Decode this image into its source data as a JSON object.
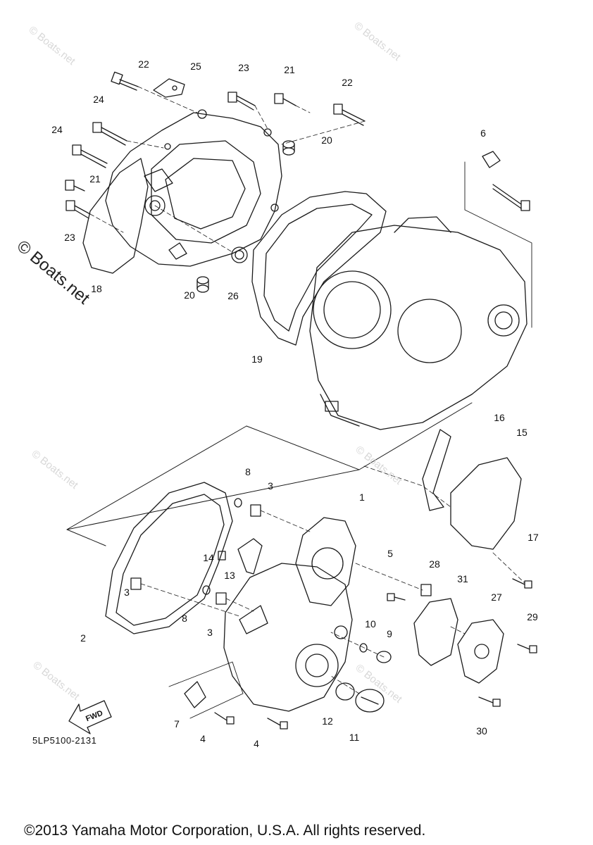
{
  "callouts": [
    "1",
    "2",
    "3",
    "4",
    "5",
    "6",
    "7",
    "8",
    "9",
    "10",
    "11",
    "12",
    "13",
    "14",
    "15",
    "16",
    "17",
    "18",
    "19",
    "20",
    "21",
    "22",
    "23",
    "24",
    "25",
    "26",
    "27",
    "28",
    "29",
    "30",
    "31"
  ],
  "diagram_code": "5LP5100-2131",
  "front_marker": "FWD",
  "watermark": "© Boats.net",
  "copyright": "©2013 Yamaha Motor Corporation, U.S.A. All rights reserved.",
  "colors": {
    "line": "#1a1a1a",
    "watermark": "#d8d8d8",
    "background": "#ffffff"
  }
}
